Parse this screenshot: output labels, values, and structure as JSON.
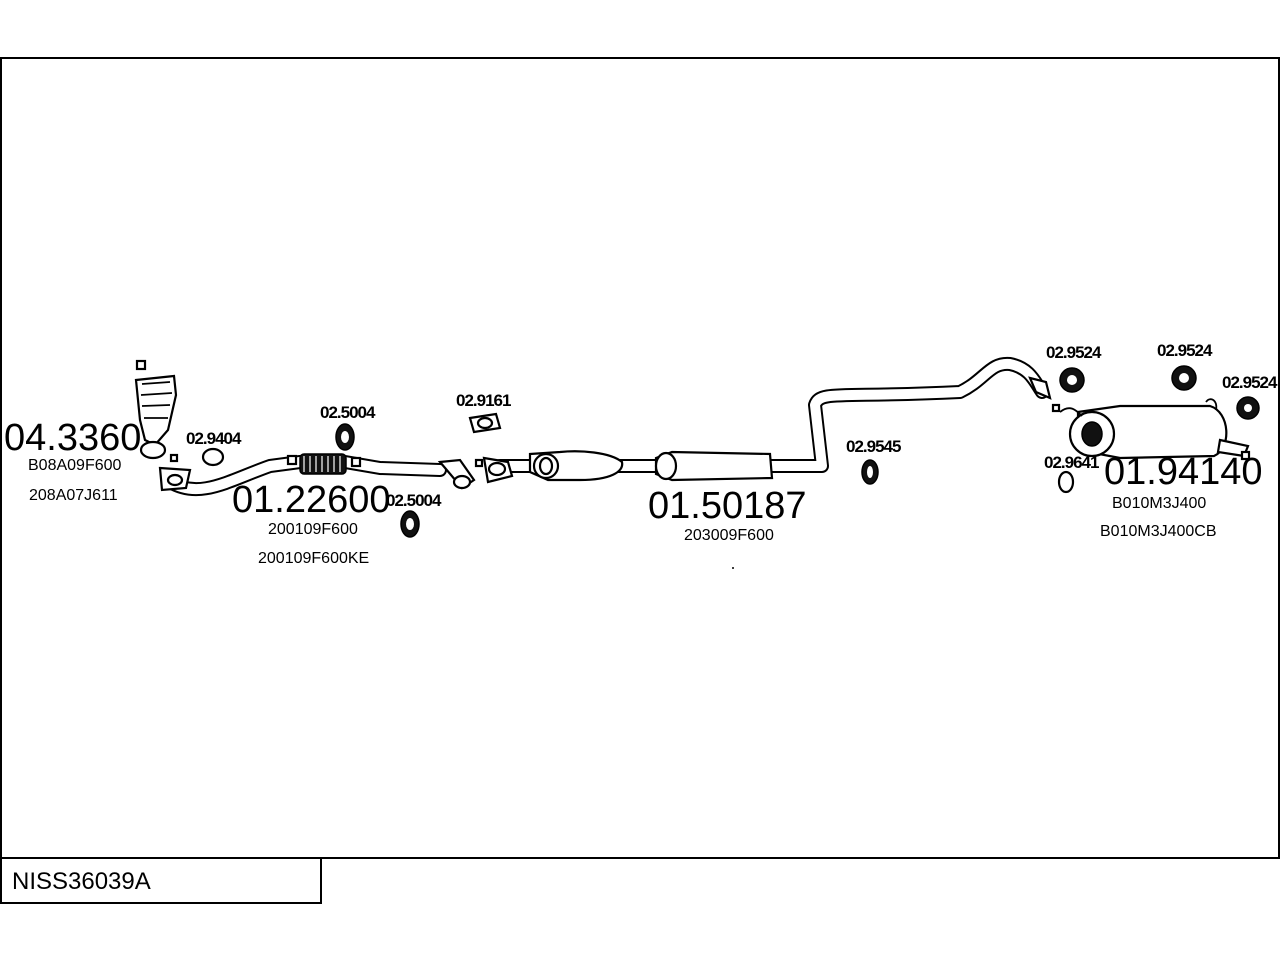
{
  "diagram_code": "NISS36039A",
  "parts": [
    {
      "number": "04.3360",
      "refs": [
        "B08A09F600",
        "208A07J611"
      ]
    },
    {
      "number": "01.22600",
      "refs": [
        "200109F600",
        "200109F600KE"
      ]
    },
    {
      "number": "01.50187",
      "refs": [
        "203009F600"
      ]
    },
    {
      "number": "01.94140",
      "refs": [
        "B010M3J400",
        "B010M3J400CB"
      ]
    }
  ],
  "accessories": {
    "a1": "02.9404",
    "a2": "02.5004",
    "a3": "02.5004",
    "a4": "02.9161",
    "a5": "02.9545",
    "a6": "02.9524",
    "a7": "02.9524",
    "a8": "02.9524",
    "a9": "02.9641"
  }
}
